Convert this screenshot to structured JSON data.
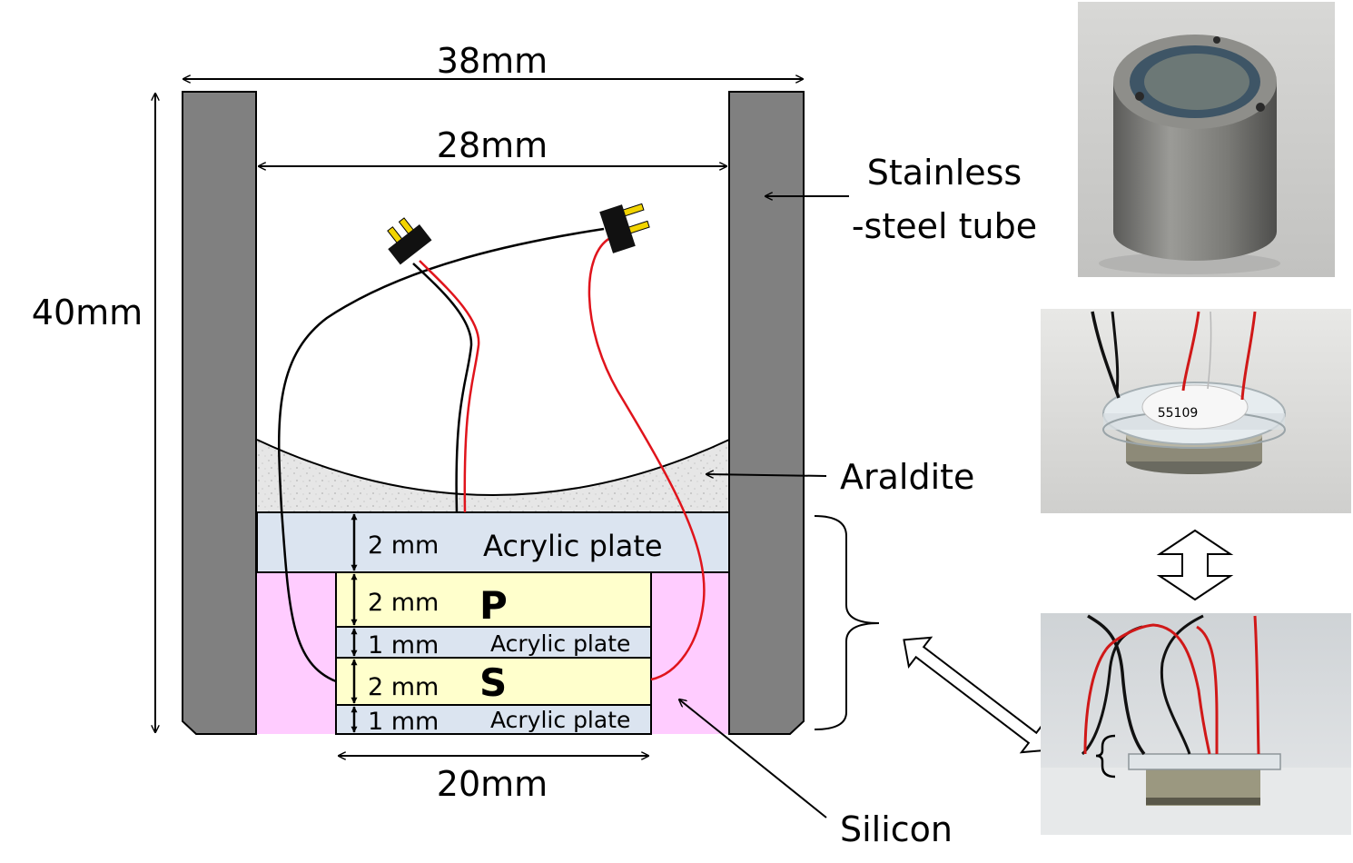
{
  "dimensions": {
    "outer_width": "38mm",
    "inner_width": "28mm",
    "height": "40mm",
    "sensor_width": "20mm"
  },
  "callouts": {
    "tube_line1": "Stainless",
    "tube_line2": "-steel tube",
    "araldite": "Araldite",
    "silicon": "Silicon"
  },
  "layers": [
    {
      "thickness": "2 mm",
      "label": "Acrylic plate"
    },
    {
      "thickness": "2 mm",
      "label": "P"
    },
    {
      "thickness": "1 mm",
      "label": "Acrylic plate"
    },
    {
      "thickness": "2 mm",
      "label": "S"
    },
    {
      "thickness": "1 mm",
      "label": "Acrylic plate"
    }
  ],
  "photos": {
    "middle_disc_number": "55109"
  },
  "colors": {
    "steel": "#808080",
    "acrylic": "#dbe4f0",
    "piezo": "#ffffcc",
    "silicon": "#ffccff",
    "araldite": "#e4e4e4",
    "wire_red": "#e0141c",
    "wire_black": "#000000"
  }
}
